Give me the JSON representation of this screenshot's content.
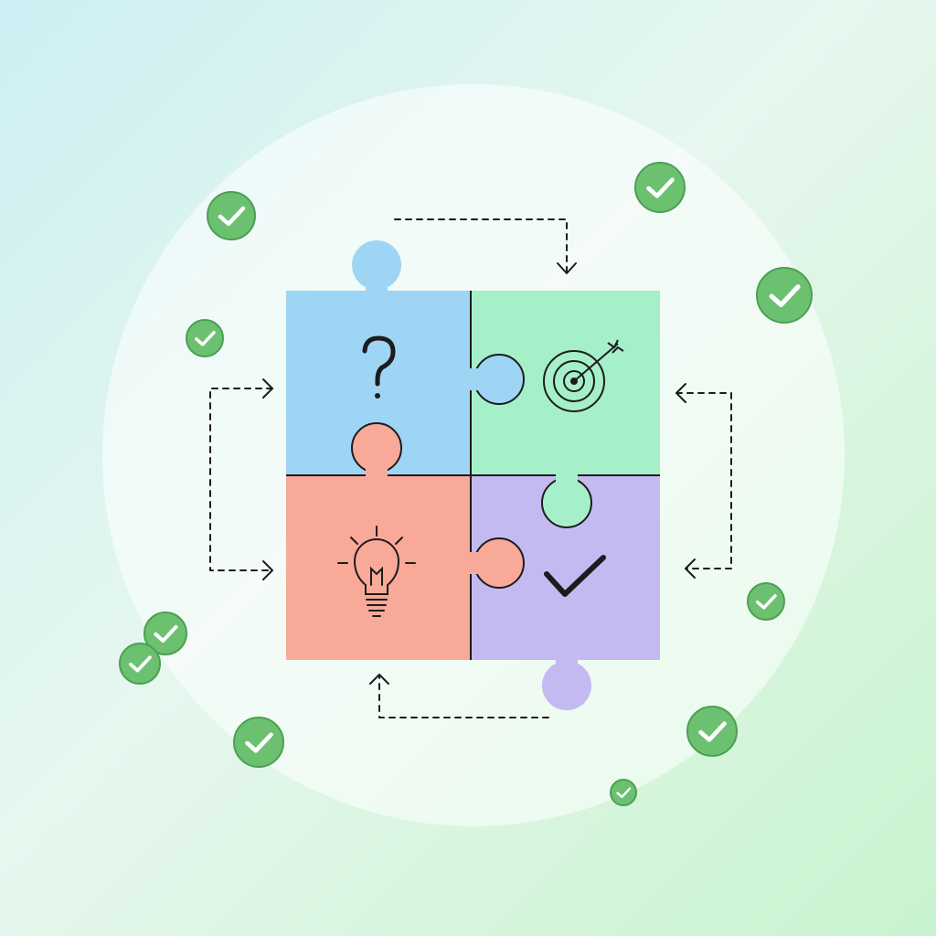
{
  "colors": {
    "piece_top_left": "#9fd5f4",
    "piece_top_right": "#a5f0c9",
    "piece_bottom_left": "#f8a998",
    "piece_bottom_right": "#c4baf1",
    "badge_fill": "#6cc171",
    "badge_stroke": "#4d9f53",
    "outline": "#1c1c1c"
  },
  "pieces": [
    {
      "position": "top-left",
      "icon": "question-mark-icon"
    },
    {
      "position": "top-right",
      "icon": "target-arrow-icon"
    },
    {
      "position": "bottom-left",
      "icon": "lightbulb-icon"
    },
    {
      "position": "bottom-right",
      "icon": "checkmark-icon"
    }
  ],
  "decorations": {
    "badge_icon": "check-circle-icon",
    "badge_count": 10,
    "connector_style": "dashed-arrow"
  }
}
